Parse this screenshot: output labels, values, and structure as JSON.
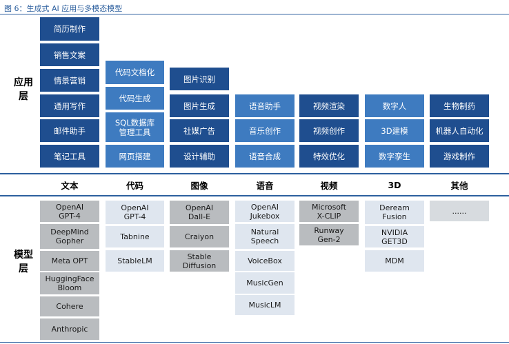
{
  "figure_title": "图 6：生成式 AI 应用与多模态模型",
  "labels": {
    "application_layer": "应用层",
    "model_layer": "模型层"
  },
  "categories": [
    "文本",
    "代码",
    "图像",
    "语音",
    "视频",
    "3D",
    "其他"
  ],
  "applications": {
    "text": [
      "简历制作",
      "销售文案",
      "情景营销",
      "通用写作",
      "邮件助手",
      "笔记工具"
    ],
    "code": [
      "代码文档化",
      "代码生成",
      "SQL数据库\n管理工具",
      "网页搭建"
    ],
    "image": [
      "图片识别",
      "图片生成",
      "社媒广告",
      "设计辅助"
    ],
    "speech": [
      "语音助手",
      "音乐创作",
      "语音合成"
    ],
    "video": [
      "视频渲染",
      "视频创作",
      "特效优化"
    ],
    "3d": [
      "数字人",
      "3D建模",
      "数字孪生"
    ],
    "other": [
      "生物制药",
      "机器人自动化",
      "游戏制作"
    ]
  },
  "models": {
    "text": [
      "OpenAI\nGPT-4",
      "DeepMind\nGopher",
      "Meta OPT",
      "HuggingFace\nBloom",
      "Cohere",
      "Anthropic"
    ],
    "code": [
      "OpenAI\nGPT-4",
      "Tabnine",
      "StableLM"
    ],
    "image": [
      "OpenAI\nDall-E",
      "Craiyon",
      "Stable\nDiffusion"
    ],
    "speech": [
      "OpenAI\nJukebox",
      "Natural\nSpeech",
      "VoiceBox",
      "MusicGen",
      "MusicLM"
    ],
    "video": [
      "Microsoft\nX-CLIP",
      "Runway\nGen-2"
    ],
    "3d": [
      "Deream\nFusion",
      "NVIDIA\nGET3D",
      "MDM"
    ],
    "other": [
      "......"
    ]
  },
  "colors": {
    "accent": "#2c5f9e",
    "app_dark": "#1f4e8f",
    "app_light": "#3e7bc0",
    "model_gray": "#b9bcbf",
    "model_light": "#dfe6ef"
  }
}
